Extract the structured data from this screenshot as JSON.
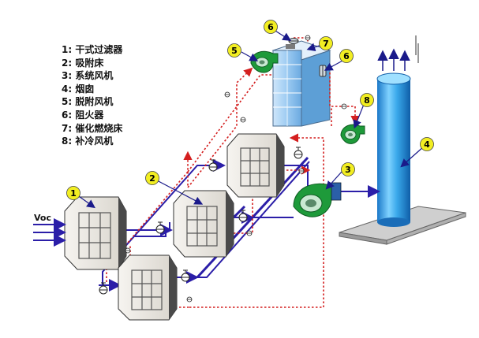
{
  "legend": [
    {
      "num": "1:",
      "text": "干式过滤器"
    },
    {
      "num": "2:",
      "text": "吸附床"
    },
    {
      "num": "3:",
      "text": "系统风机"
    },
    {
      "num": "4:",
      "text": "烟囱"
    },
    {
      "num": "5:",
      "text": "脱附风机"
    },
    {
      "num": "6:",
      "text": "阻火器"
    },
    {
      "num": "7:",
      "text": "催化燃烧床"
    },
    {
      "num": "8:",
      "text": "补冷风机"
    }
  ],
  "inlet_label": "Voc",
  "callouts": {
    "filter": "1",
    "adsorption_bed": "2",
    "system_fan": "3",
    "chimney": "4",
    "desorption_fan": "5",
    "flame_arrester_top": "6",
    "flame_arrester_right": "6",
    "catalytic_bed": "7",
    "cooling_fan": "8"
  },
  "colors": {
    "callout_fill": "#f2ee22",
    "process_line": "#2b1ea8",
    "hot_line": "#d41f1f",
    "bed_body": "#ece8e2",
    "bed_frame": "#3a3a3a",
    "fan_body": "#1e9a3a",
    "chimney": "#2fa9ea",
    "catalytic_bed": "#8cc4f0"
  },
  "icons": {
    "valve": "butterfly-valve-icon",
    "fan": "centrifugal-fan-icon",
    "arrow": "flow-arrow-icon"
  }
}
